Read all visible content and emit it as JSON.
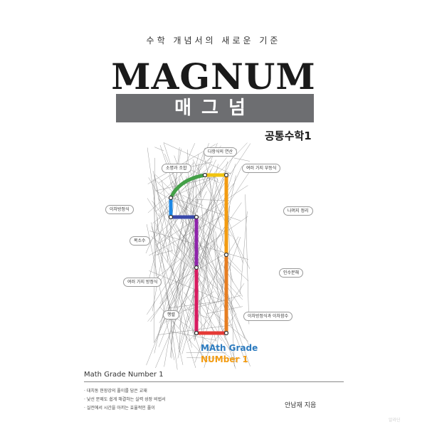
{
  "cover": {
    "tagline": "수학 개념서의 새로운 기준",
    "title": "MAGNUM",
    "subtitle_kr": "매그넘",
    "subject": "공통수학1",
    "logo_line1": "MAth Grade",
    "logo_line2": "NUMber 1",
    "series_name": "Math Grade Number 1",
    "bullets": [
      "대치동 현장강의 풀이를 담은 교재",
      "낯선 문제도 쉽게 해결하는 실력 성장 비법서",
      "실전에서 시간을 아끼는 효율적인 풀이"
    ],
    "author": "안남재 지음",
    "watermark": "알라딘"
  },
  "topics": [
    "다항식의 연산",
    "소명과 조합",
    "여러 가지 부등식",
    "이차방정식",
    "나머지 정리",
    "복소수",
    "인수분해",
    "여러 가지 방정식",
    "행렬",
    "이차방정식과 이차함수"
  ],
  "colors": {
    "banner": "#6d6e71",
    "text": "#1a1a1a",
    "logo_blue": "#2c7bbf",
    "logo_orange": "#f39c12"
  }
}
